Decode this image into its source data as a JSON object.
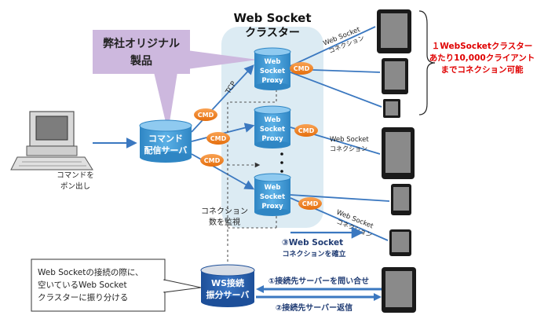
{
  "cluster": {
    "title_line1": "Web Socket",
    "title_line2": "クラスター"
  },
  "callout": {
    "line1": "弊社オリジナル",
    "line2": "製品"
  },
  "command_server": {
    "line1": "コマンド",
    "line2": "配信サーバ"
  },
  "pc_caption": {
    "line1": "コマンドを",
    "line2": "ポン出し"
  },
  "proxies": [
    {
      "line1": "Web",
      "line2": "Socket",
      "line3": "Proxy"
    },
    {
      "line1": "Web",
      "line2": "Socket",
      "line3": "Proxy"
    },
    {
      "line1": "Web",
      "line2": "Socket",
      "line3": "Proxy"
    }
  ],
  "cmd_label": "CMD",
  "tcp_label": "TCP",
  "ws_connection": {
    "line1": "Web Socket",
    "line2": "コネクション"
  },
  "red_note": {
    "line1": "１WebSocketクラスター",
    "line2": "あたり10,000クライアント",
    "line3": "までコネクション可能"
  },
  "monitor_note": {
    "line1": "コネクション",
    "line2": "数を監視"
  },
  "establish_note": {
    "line1": "③Web Socket",
    "line2": "コネクションを確立"
  },
  "distributor": {
    "line1": "WS接続",
    "line2": "振分サーバ"
  },
  "inquiry": "①接続先サーバーを問い合せ",
  "reply": "②接続先サーバー返信",
  "left_note": {
    "line1": "Web Socketの接続の際に、",
    "line2": "空いているWeb Socket",
    "line3": "クラスターに振り分ける"
  },
  "colors": {
    "cluster_bg": "#dcebf3",
    "cylinder": "#4a9ed6",
    "cmd": "#f5821f",
    "callout": "#cdb8de",
    "red": "#e00000",
    "navy": "#1f3b73"
  }
}
